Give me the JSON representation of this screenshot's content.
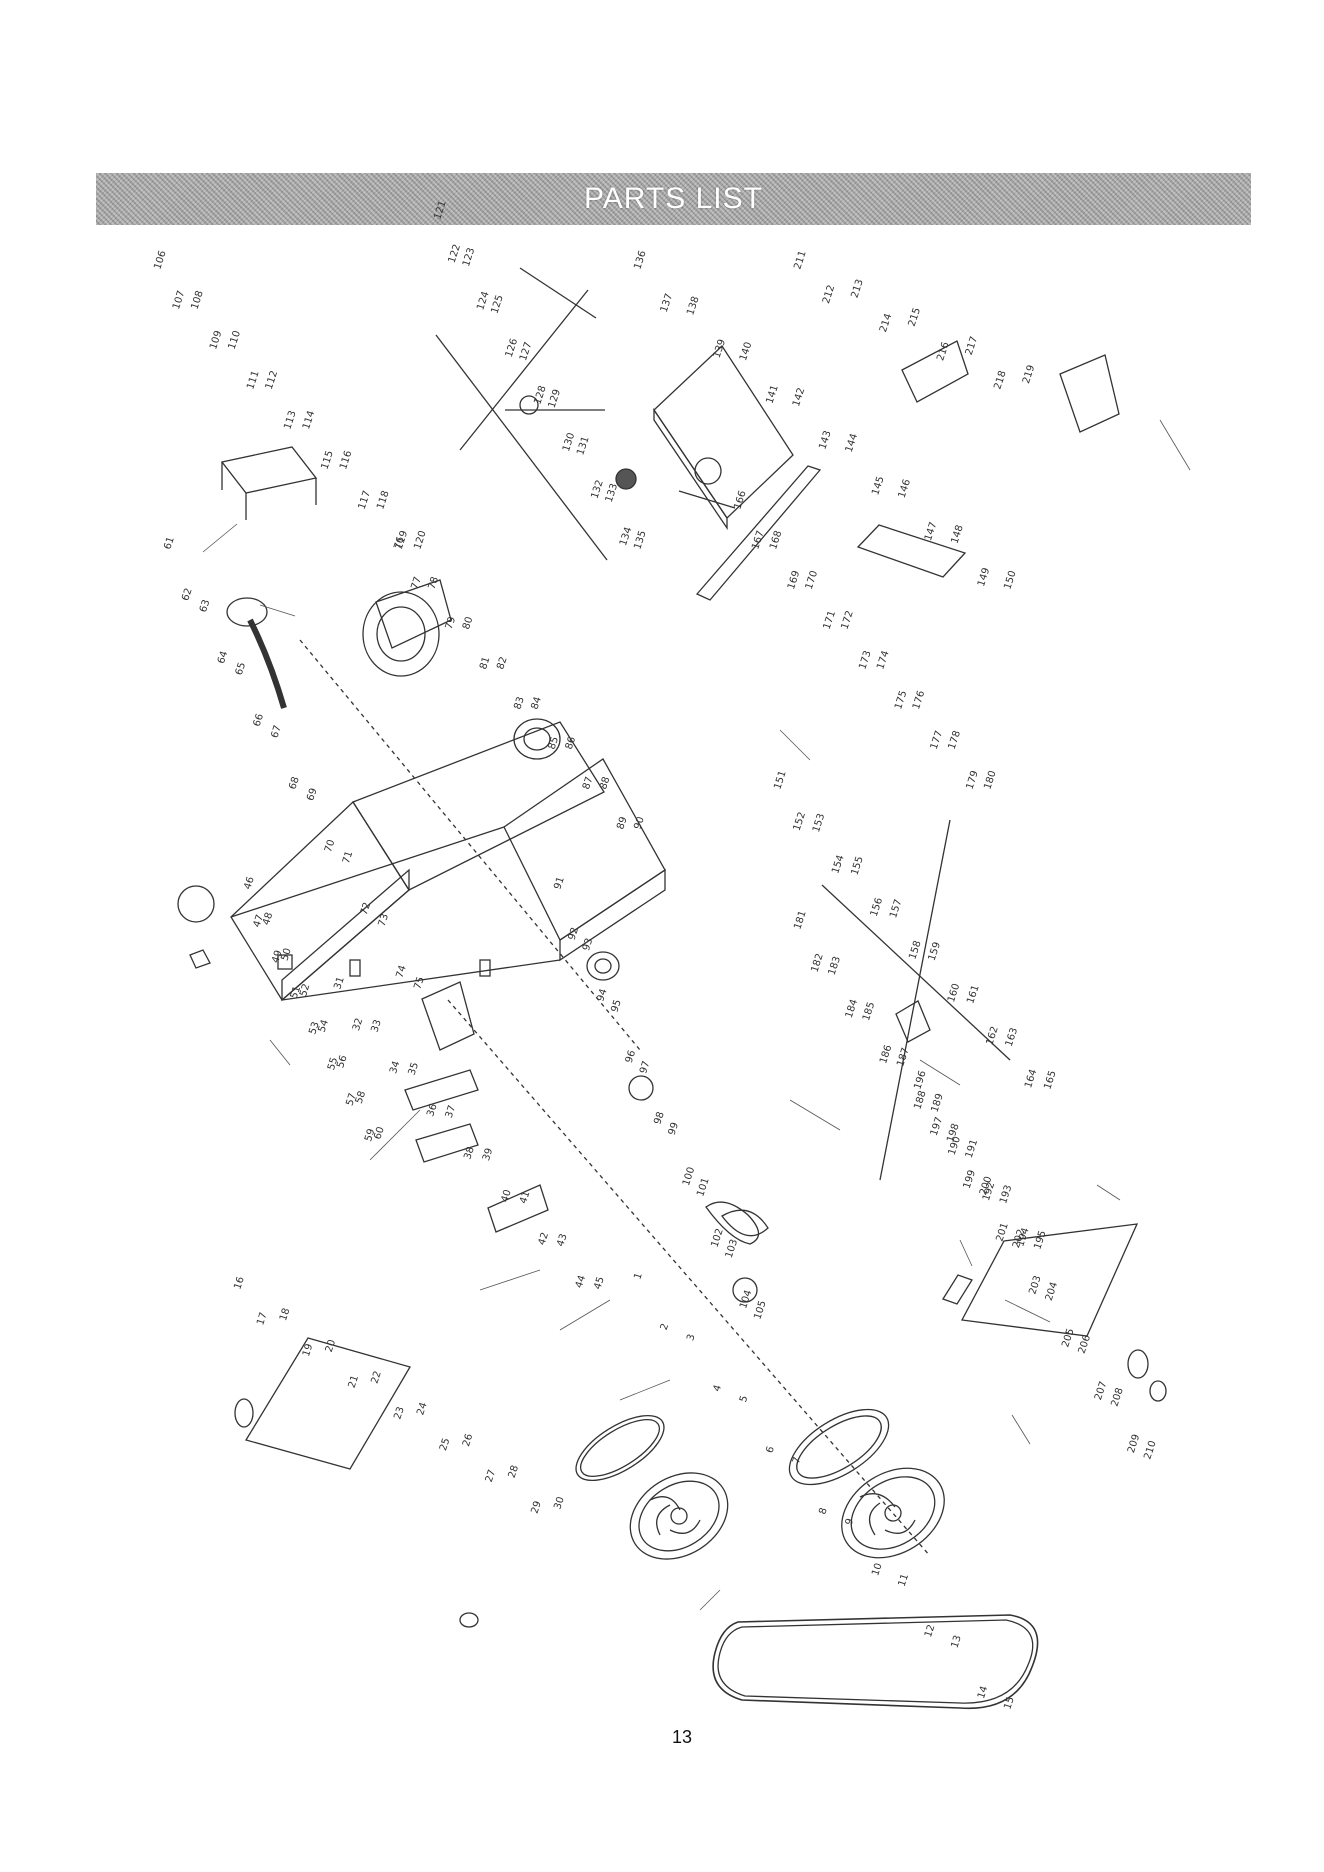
{
  "header": {
    "title": "PARTS LIST"
  },
  "footer": {
    "page_number": "13"
  },
  "diagram": {
    "callouts": [
      "1",
      "2",
      "3",
      "4",
      "5",
      "6",
      "7",
      "8",
      "9",
      "10",
      "11",
      "12",
      "13",
      "14",
      "15",
      "16",
      "17",
      "18",
      "19",
      "20",
      "21",
      "22",
      "23",
      "24",
      "25",
      "26",
      "27",
      "28",
      "29",
      "30",
      "31",
      "32",
      "33",
      "34",
      "35",
      "36",
      "37",
      "38",
      "39",
      "40",
      "41",
      "42",
      "43",
      "44",
      "45",
      "46",
      "47",
      "48",
      "49",
      "50",
      "51",
      "52",
      "53",
      "54",
      "55",
      "56",
      "57",
      "58",
      "59",
      "60",
      "61",
      "62",
      "63",
      "64",
      "65",
      "66",
      "67",
      "68",
      "69",
      "70",
      "71",
      "72",
      "73",
      "74",
      "75",
      "76",
      "77",
      "78",
      "79",
      "80",
      "81",
      "82",
      "83",
      "84",
      "85",
      "86",
      "87",
      "88",
      "89",
      "90",
      "91",
      "92",
      "93",
      "94",
      "95",
      "96",
      "97",
      "98",
      "99",
      "100",
      "101",
      "102",
      "103",
      "104",
      "105",
      "106",
      "107",
      "108",
      "109",
      "110",
      "111",
      "112",
      "113",
      "114",
      "115",
      "116",
      "117",
      "118",
      "119",
      "120",
      "121",
      "122",
      "123",
      "124",
      "125",
      "126",
      "127",
      "128",
      "129",
      "130",
      "131",
      "132",
      "133",
      "134",
      "135",
      "136",
      "137",
      "138",
      "139",
      "140",
      "141",
      "142",
      "143",
      "144",
      "145",
      "146",
      "147",
      "148",
      "149",
      "150",
      "151",
      "152",
      "153",
      "154",
      "155",
      "156",
      "157",
      "158",
      "159",
      "160",
      "161",
      "162",
      "163",
      "164",
      "165",
      "166",
      "167",
      "168",
      "169",
      "170",
      "171",
      "172",
      "173",
      "174",
      "175",
      "176",
      "177",
      "178",
      "179",
      "180",
      "181",
      "182",
      "183",
      "184",
      "185",
      "186",
      "187",
      "188",
      "189",
      "190",
      "191",
      "192",
      "193",
      "194",
      "195",
      "196",
      "197",
      "198",
      "199",
      "200",
      "201",
      "202",
      "203",
      "204",
      "205",
      "206",
      "207",
      "208",
      "209",
      "210",
      "211",
      "212",
      "213",
      "214",
      "215",
      "216",
      "217",
      "218",
      "219"
    ]
  }
}
